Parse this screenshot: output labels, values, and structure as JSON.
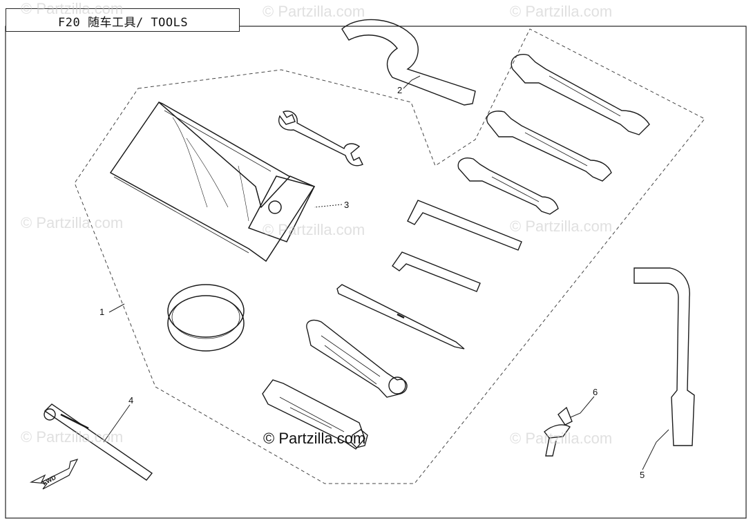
{
  "title": "F20 随车工具/ TOOLS",
  "watermark": "© Partzilla.com",
  "watermark_center": "© Partzilla.com",
  "fwd_label": "FWD",
  "callouts": [
    "1",
    "2",
    "3",
    "4",
    "5",
    "6"
  ],
  "colors": {
    "line": "#1a1a1a",
    "watermark": "#c8c8c8"
  }
}
